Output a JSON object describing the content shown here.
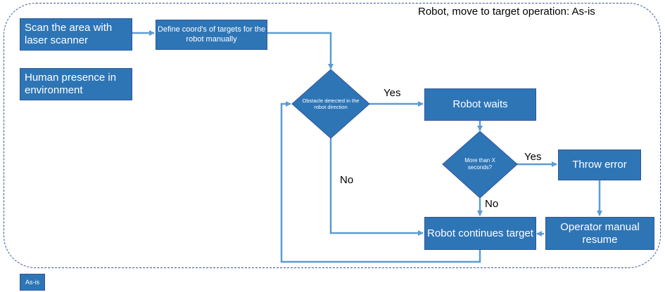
{
  "diagram": {
    "title": "Robot, move to target operation: As-is",
    "nodes": {
      "scan": "Scan the area with laser scanner",
      "define_coords": "Define coord's of targets for the robot manually",
      "human_presence": "Human presence in environment",
      "obstacle_check": "Obstacle detected in the robot direction",
      "robot_waits": "Robot waits",
      "time_check": "More than X seconds?",
      "throw_error": "Throw error",
      "robot_continues": "Robot continues target",
      "operator_resume": "Operator manual resume"
    },
    "edge_labels": {
      "obstacle_yes": "Yes",
      "obstacle_no": "No",
      "time_yes": "Yes",
      "time_no": "No"
    },
    "tag": "As-is"
  },
  "colors": {
    "node_fill": "#2e75b6",
    "node_border": "#2f5597",
    "connector": "#5b9bd5",
    "frame": "#2f5597"
  }
}
